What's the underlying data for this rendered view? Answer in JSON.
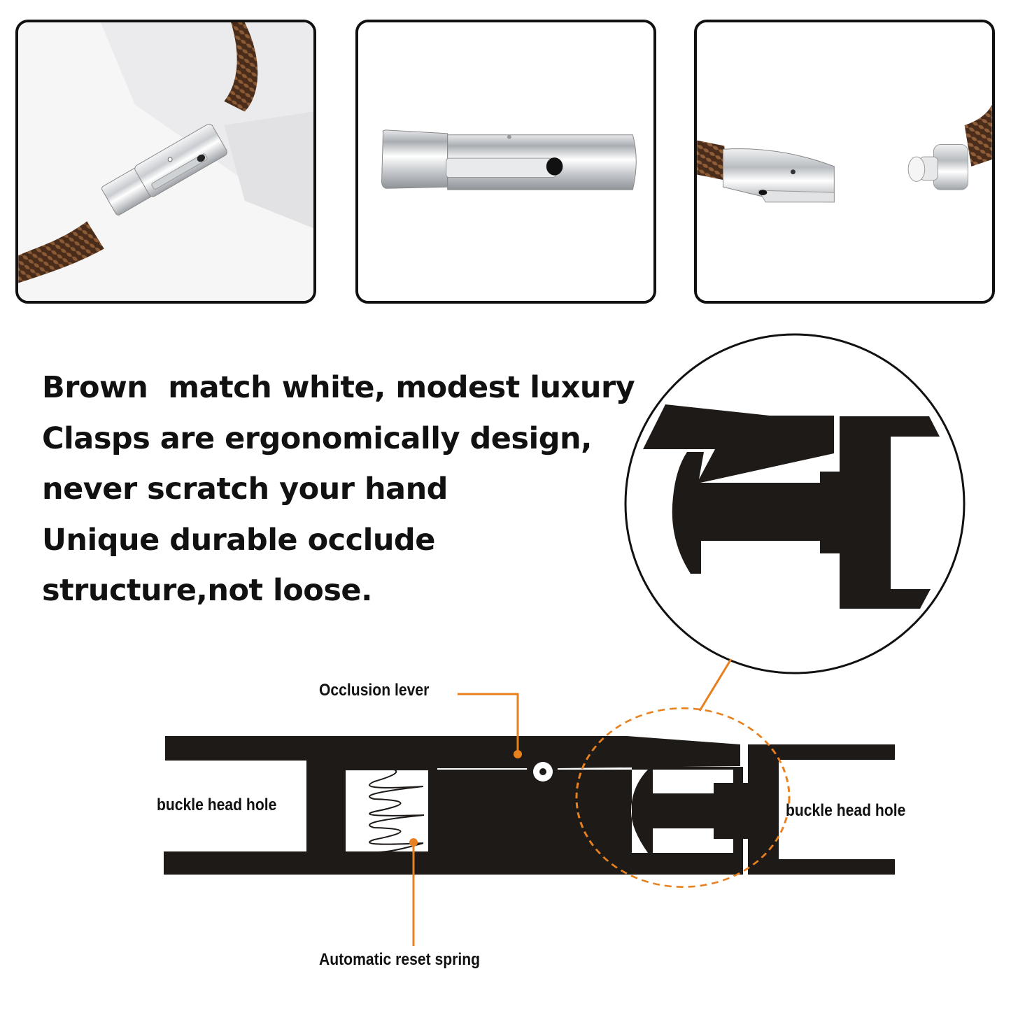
{
  "photos": [
    {
      "id": "photo-closed-clasp-on-braided-cord",
      "alt": "Closed stainless steel clasp on brown braided leather cord"
    },
    {
      "id": "photo-clasp-isolated",
      "alt": "Stainless steel bayonet clasp, side view"
    },
    {
      "id": "photo-clasp-open",
      "alt": "Open clasp showing buckle head and tube on brown cord"
    }
  ],
  "features": [
    "Brown  match white, modest luxury",
    "Clasps are ergonomically design,",
    "never scratch your hand",
    "Unique durable occlude",
    "structure,not loose."
  ],
  "diagram": {
    "labels": {
      "occlusion_lever": "Occlusion lever",
      "buckle_head_hole_left": "buckle head hole",
      "buckle_head_hole_right": "buckle head hole",
      "reset_spring": "Automatic reset spring"
    },
    "colors": {
      "body": "#1e1a18",
      "accent": "#e8801e",
      "leather": "#5a3420",
      "steel": "#d9dcdf"
    }
  }
}
